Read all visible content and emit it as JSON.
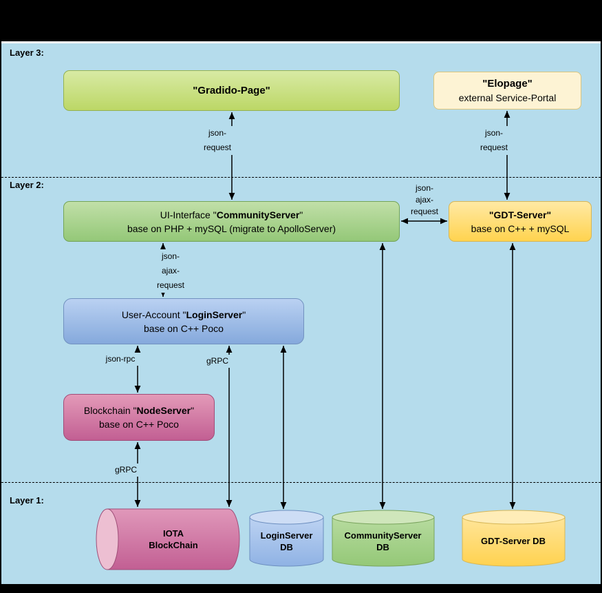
{
  "colors": {
    "background": "#000000",
    "diagram_background": "#b5dcec",
    "divider_white": "#ffffff",
    "green_yellow_box": "#bcd766",
    "green_box": "#94c878",
    "pale_yellow_box": "#fdf3d4",
    "yellow_box": "#ffd34f",
    "blue_box": "#85a9dc",
    "pink_box": "#c25f93",
    "edge_color": "#000000"
  },
  "layers": {
    "layer3_label": "Layer 3:",
    "layer2_label": "Layer 2:",
    "layer1_label": "Layer 1:"
  },
  "nodes": {
    "gradido_page": {
      "title": "\"Gradido-Page\""
    },
    "elopage": {
      "title": "\"Elopage\"",
      "subtitle": "external Service-Portal"
    },
    "community_server": {
      "line1_prefix": "UI-Interface \"",
      "line1_bold": "CommunityServer",
      "line1_suffix": "\"",
      "line2": "base on PHP + mySQL (migrate to ApolloServer)"
    },
    "gdt_server": {
      "line1": "\"GDT-Server\"",
      "line2": "base on C++ + mySQL"
    },
    "login_server": {
      "line1_prefix": "User-Account \"",
      "line1_bold": "LoginServer",
      "line1_suffix": "\"",
      "line2": "base on C++ Poco"
    },
    "node_server": {
      "line1_prefix": "Blockchain \"",
      "line1_bold": "NodeServer",
      "line1_suffix": "\"",
      "line2": "base on C++ Poco"
    }
  },
  "databases": {
    "iota": {
      "line1": "IOTA",
      "line2": "BlockChain"
    },
    "login_db": {
      "line1": "LoginServer",
      "line2": "DB"
    },
    "community_db": {
      "line1": "CommunityServer",
      "line2": "DB"
    },
    "gdt_db": {
      "line1": "GDT-Server DB"
    }
  },
  "edge_labels": {
    "gradido_cs": {
      "line1": "json-",
      "line2": "request"
    },
    "elopage_gdt": {
      "line1": "json-",
      "line2": "request"
    },
    "cs_gdt": {
      "line1": "json-",
      "line2": "ajax-",
      "line3": "request"
    },
    "cs_login": {
      "line1": "json-",
      "line2": "ajax-",
      "line3": "request"
    },
    "login_node": {
      "line1": "json-rpc"
    },
    "login_iota": {
      "line1": "gRPC"
    },
    "node_iota": {
      "line1": "gRPC"
    }
  }
}
